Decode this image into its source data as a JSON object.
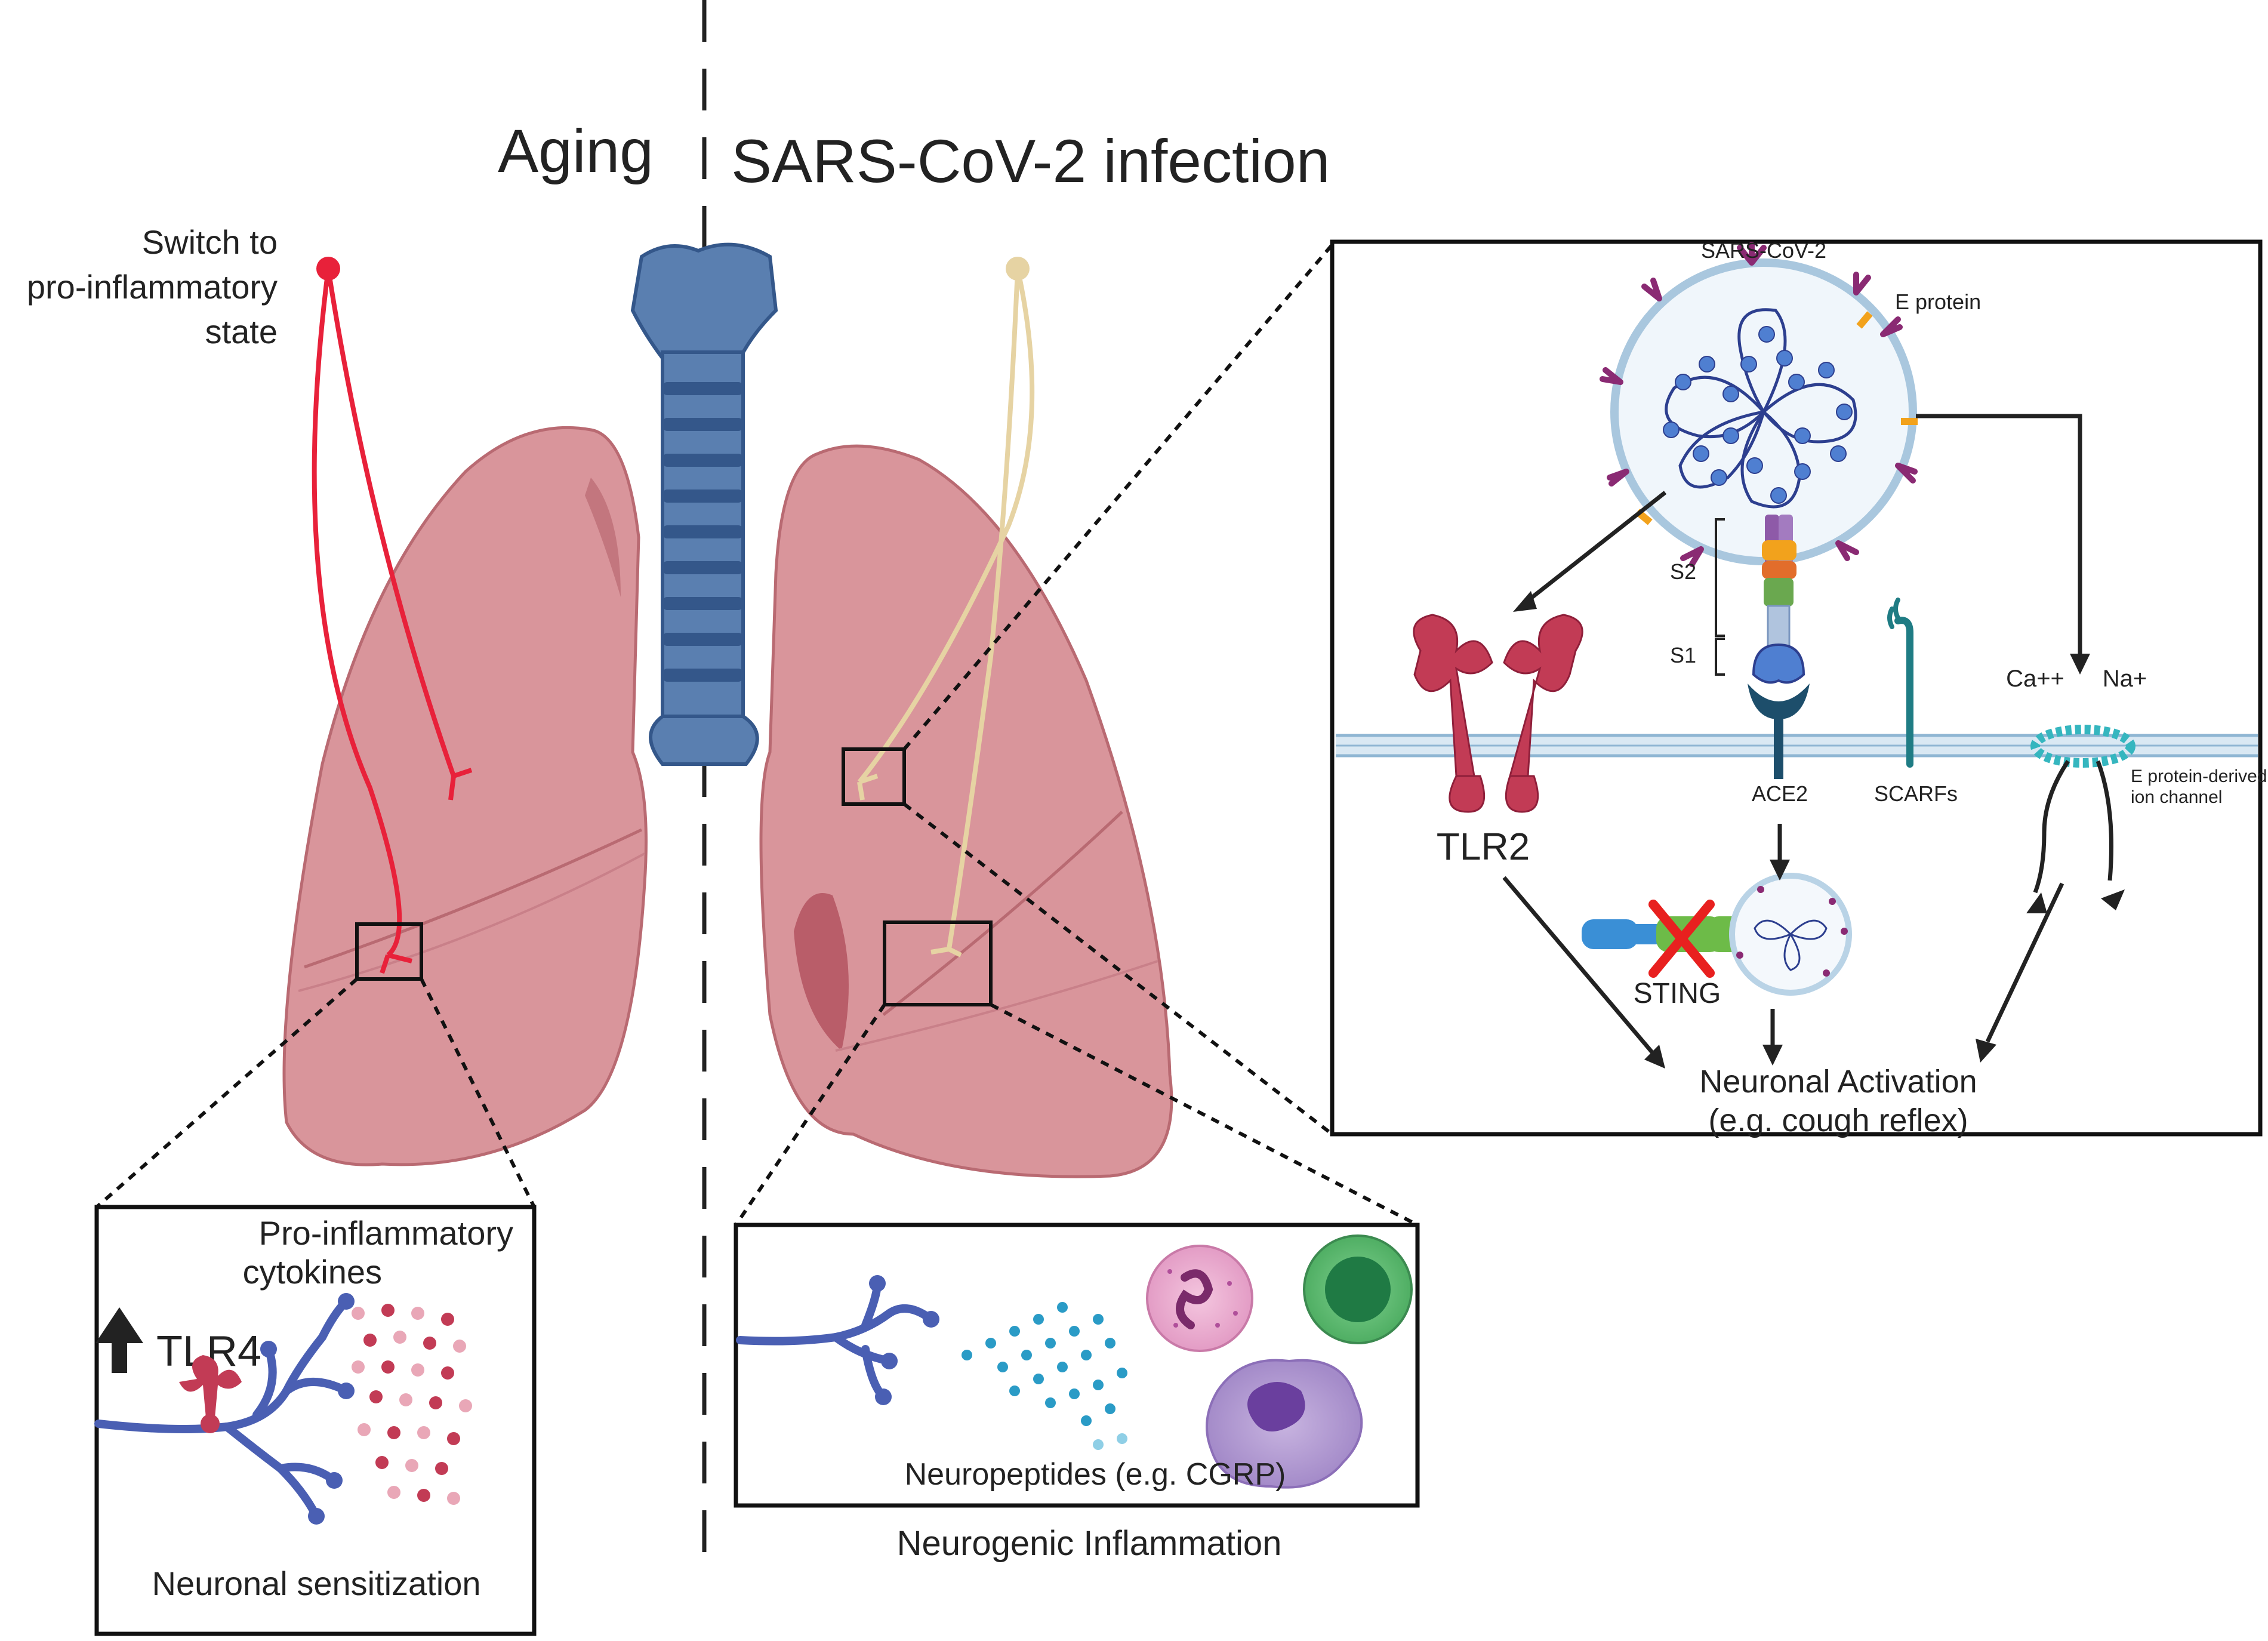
{
  "headings": {
    "left": "Aging",
    "right": "SARS-CoV-2 infection"
  },
  "labels": {
    "switch_line1": "Switch to",
    "switch_line2": "pro-inflammatory",
    "switch_line3": "state",
    "virus": "SARS-CoV-2",
    "e_protein": "E protein",
    "s2": "S2",
    "s1": "S1",
    "ca": "Ca++",
    "na": "Na+",
    "tlr2": "TLR2",
    "ace2": "ACE2",
    "scarfs": "SCARFs",
    "e_channel_line1": "E protein-derived",
    "e_channel_line2": "ion channel",
    "sting": "STING",
    "activation_line1": "Neuronal Activation",
    "activation_line2": "(e.g. cough reflex)",
    "cytokines_line1": "Pro-inflammatory",
    "cytokines_line2": "cytokines",
    "tlr4": "TLR4",
    "sensitization": "Neuronal sensitization",
    "neuropeptides": "Neuropeptides (e.g. CGRP)",
    "neurogenic": "Neurogenic Inflammation"
  },
  "colors": {
    "lung": "#d9959b",
    "lung_dark": "#b96a72",
    "trachea": "#5a7fb0",
    "trachea_dark": "#34578a",
    "nerve_red": "#e8213a",
    "nerve_tan": "#e6d3a3",
    "neuron_blue": "#4a5fb3",
    "tlr_red": "#c23b55",
    "membrane": "#b9d3e6",
    "channel": "#35b6bf",
    "scarf": "#1f7c84"
  }
}
